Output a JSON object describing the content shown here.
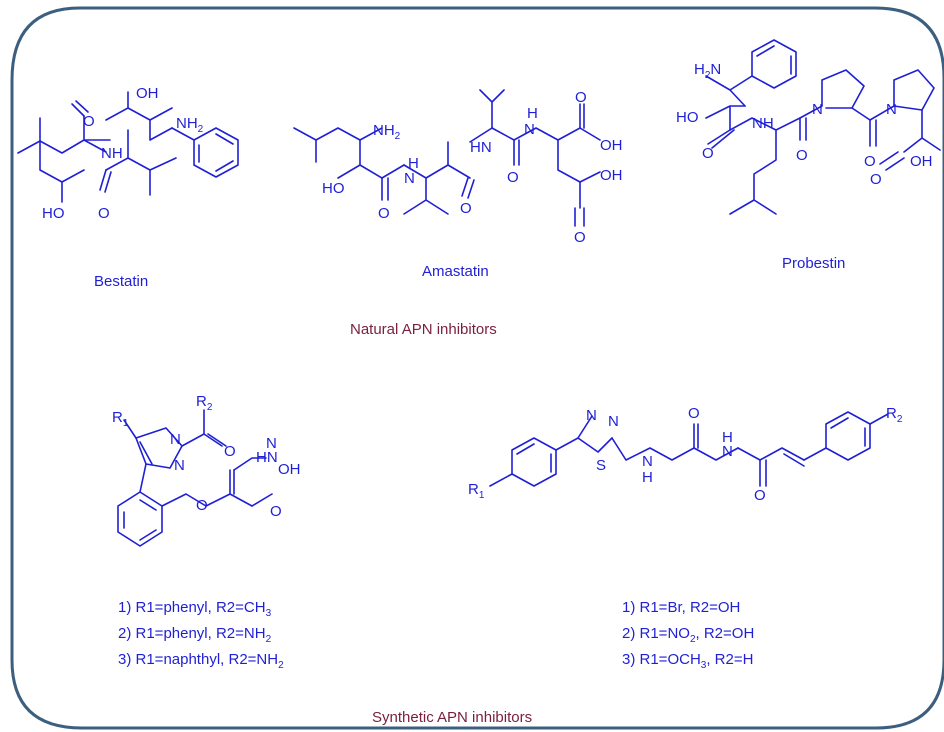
{
  "compounds": {
    "bestatin": {
      "name": "Bestatin"
    },
    "amastatin": {
      "name": "Amastatin"
    },
    "probestin": {
      "name": "Probestin"
    }
  },
  "sections": {
    "natural": "Natural APN inhibitors",
    "synthetic": "Synthetic APN inhibitors"
  },
  "atoms": {
    "OH": "OH",
    "O": "O",
    "NH": "NH",
    "HN": "HN",
    "N": "N",
    "H": "H",
    "S": "S",
    "HO": "HO",
    "NH2_main": "NH",
    "H2N_main": "H",
    "N_left": "N",
    "two": "2",
    "R": "R",
    "one": "1",
    "HO_acid": "HO",
    "N_O": "N",
    "OH_end": "OH"
  },
  "series_left": [
    {
      "prefix": "1) R1=phenyl, R2=CH",
      "sub": "3"
    },
    {
      "prefix": "2) R1=phenyl, R2=NH",
      "sub": "2"
    },
    {
      "prefix": "3) R1=naphthyl, R2=NH",
      "sub": "2"
    }
  ],
  "series_right": [
    {
      "prefix": "1) R1=Br, R2=OH",
      "sub": "",
      "suffix": ""
    },
    {
      "prefix": "2) R1=NO",
      "sub": "2",
      "suffix": ", R2=OH"
    },
    {
      "prefix": "3) R1=OCH",
      "sub": "3",
      "suffix": ", R2=H"
    }
  ]
}
